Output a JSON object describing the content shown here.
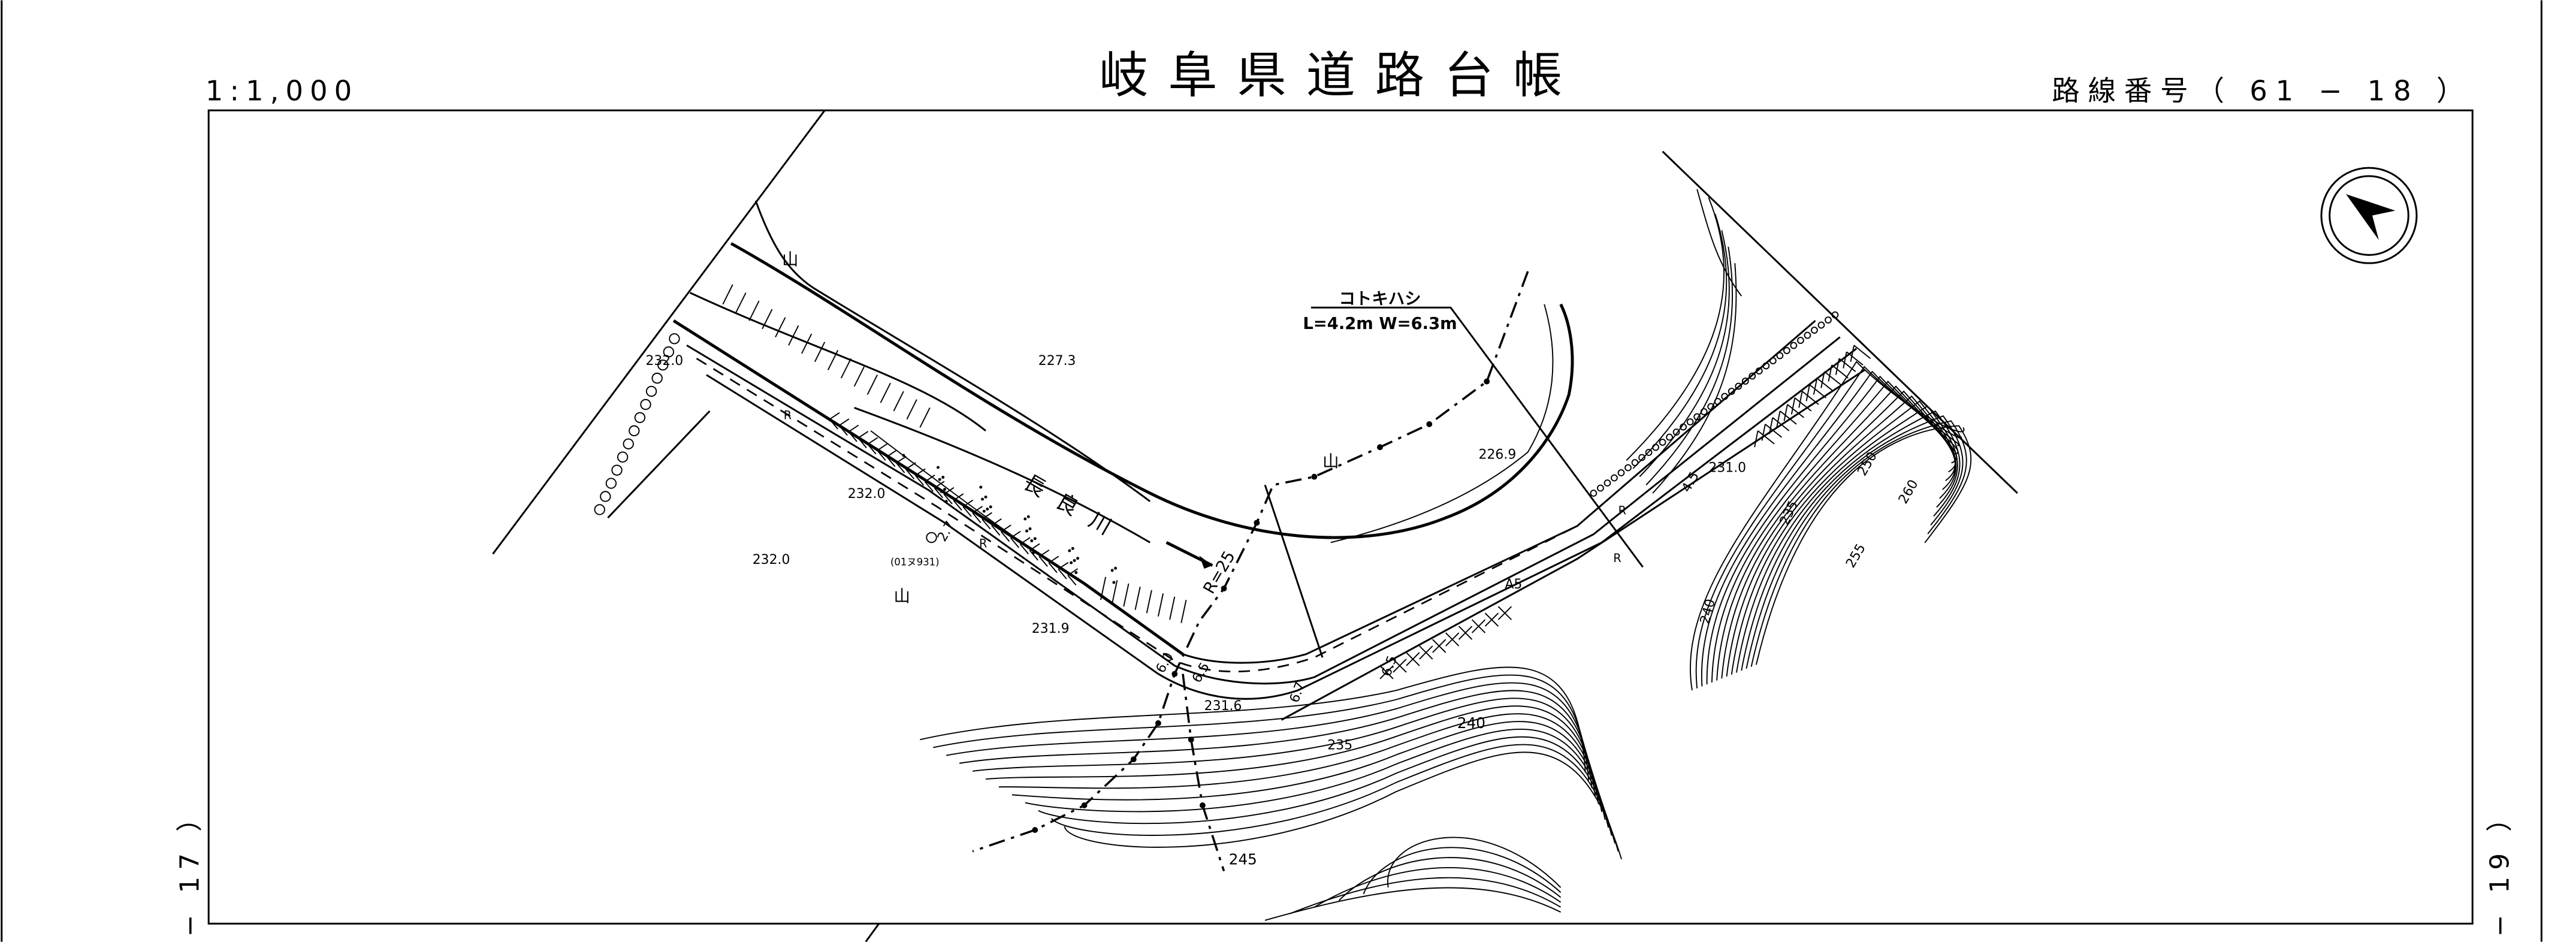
{
  "header": {
    "scale": "1:1,000",
    "title": "岐阜県道路台帳",
    "route_number": "路線番号（ 61 − 18 ）",
    "left_sheet": "− 17 ）",
    "right_sheet": "− 19 ）"
  },
  "bridge": {
    "name": "コトキハシ",
    "dimensions": "L=4.2m  W=6.3m"
  },
  "river": {
    "name": "長良川"
  },
  "mountain_symbol": "山",
  "benchmark_code": "(01ヌ931)",
  "elevations": [
    "227.3",
    "226.9",
    "232.0",
    "232.0",
    "232.0",
    "231.9",
    "231.6",
    "231.0"
  ],
  "contour_labels": [
    "245",
    "240",
    "235",
    "240",
    "235",
    "250",
    "260",
    "255"
  ],
  "road_marks": {
    "radius": "R=25",
    "widths": [
      "6.0",
      "6.5",
      "6.7",
      "6.5",
      "4.5",
      "2.7"
    ],
    "r_marks": [
      "R",
      "R",
      "R",
      "R"
    ],
    "a_mark": "A5"
  },
  "north_arrow": "north-arrow"
}
